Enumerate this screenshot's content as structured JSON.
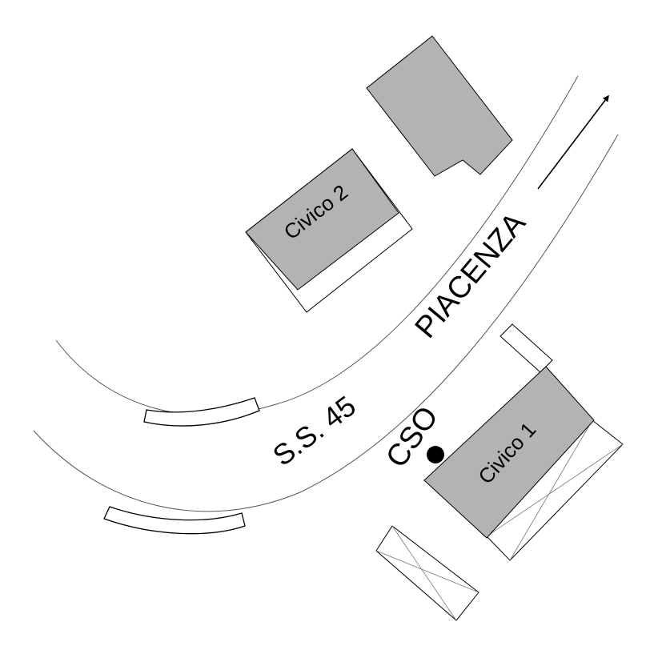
{
  "map": {
    "road": {
      "name": "S.S. 45",
      "city": "PIACENZA"
    },
    "buildings": [
      {
        "label": "Civico 2"
      },
      {
        "label": "Civico 1"
      }
    ],
    "marker": {
      "label": "CSO"
    }
  },
  "colors": {
    "building_fill": "#b3b3b3",
    "outline": "#000000",
    "background": "#ffffff"
  }
}
